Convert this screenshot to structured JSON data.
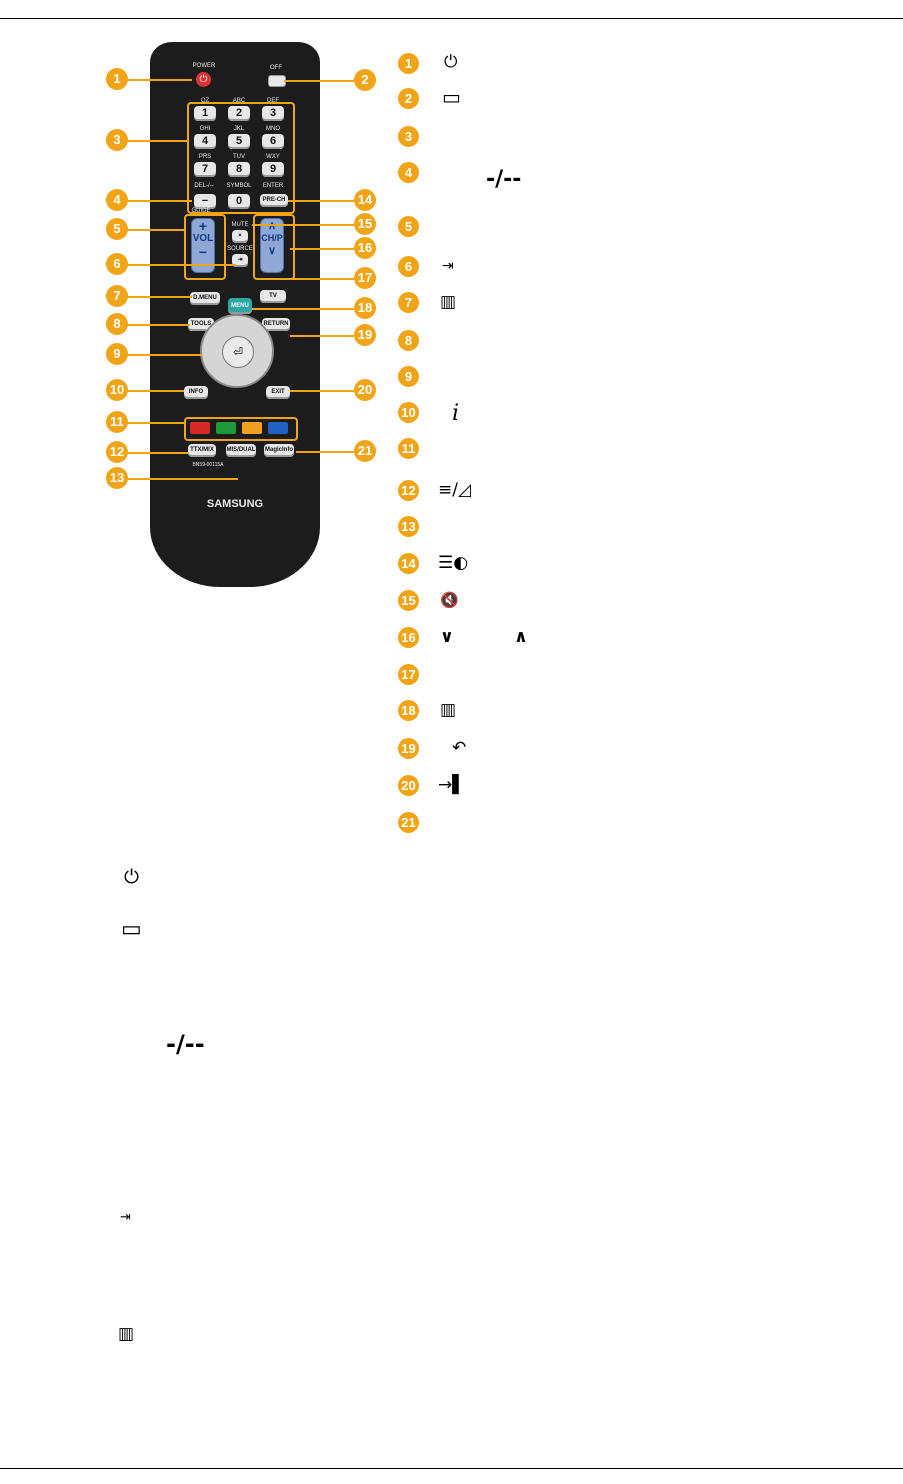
{
  "remote": {
    "power_label": "POWER",
    "off_label": "OFF",
    "keypad": [
      {
        "letters": "QZ",
        "digit": "1"
      },
      {
        "letters": "ABC",
        "digit": "2"
      },
      {
        "letters": "DEF",
        "digit": "3"
      },
      {
        "letters": "GHI",
        "digit": "4"
      },
      {
        "letters": "JKL",
        "digit": "5"
      },
      {
        "letters": "MNO",
        "digit": "6"
      },
      {
        "letters": "PRS",
        "digit": "7"
      },
      {
        "letters": "TUV",
        "digit": "8"
      },
      {
        "letters": "WXY",
        "digit": "9"
      }
    ],
    "del_label": "DEL-/--",
    "del_key": "−",
    "symbol_label": "SYMBOL",
    "zero_key": "0",
    "enter_label": "ENTER",
    "prech_key": "PRE-CH",
    "guide_label": "GUIDE",
    "vol_label": "VOL",
    "mute_label": "MUTE",
    "source_label": "SOURCE",
    "chp_label": "CH/P",
    "dmenu_key": "D.MENU",
    "tv_key": "TV",
    "menu_key": "MENU",
    "tools_key": "TOOLS",
    "return_key": "RETURN",
    "info_key": "INFO",
    "exit_key": "EXIT",
    "ttx_key": "TTX/MIX",
    "mis_key": "MIS/DUAL",
    "magicinfo_key": "MagicInfo",
    "model_code": "BN59-00115A",
    "brand": "SAMSUNG",
    "color_keys": [
      "#d42a2a",
      "#1f9a3a",
      "#f0a020",
      "#2060c0"
    ]
  },
  "callouts": [
    "1",
    "2",
    "3",
    "4",
    "5",
    "6",
    "7",
    "8",
    "9",
    "10",
    "11",
    "12",
    "13",
    "14",
    "15",
    "16",
    "17",
    "18",
    "19",
    "20",
    "21"
  ],
  "legend": {
    "items": [
      "1",
      "2",
      "3",
      "4",
      "5",
      "6",
      "7",
      "8",
      "9",
      "10",
      "11",
      "12",
      "13",
      "14",
      "15",
      "16",
      "17",
      "18",
      "19",
      "20",
      "21"
    ],
    "symbols": {
      "power": "⏻",
      "off": "▭",
      "dash": "-/--",
      "source": "⇥",
      "dmenu": "▥",
      "info": "i",
      "ttx": "≡/◿",
      "prech": "☰◐",
      "mute": "🔇",
      "ch_down": "∨",
      "ch_up": "∧",
      "menu": "▥",
      "return": "↶",
      "exit": "→▌"
    }
  },
  "body_text": {
    "power": "⏻",
    "off": "▭",
    "dash": "-/--",
    "source": "⇥",
    "dmenu": "▥"
  }
}
